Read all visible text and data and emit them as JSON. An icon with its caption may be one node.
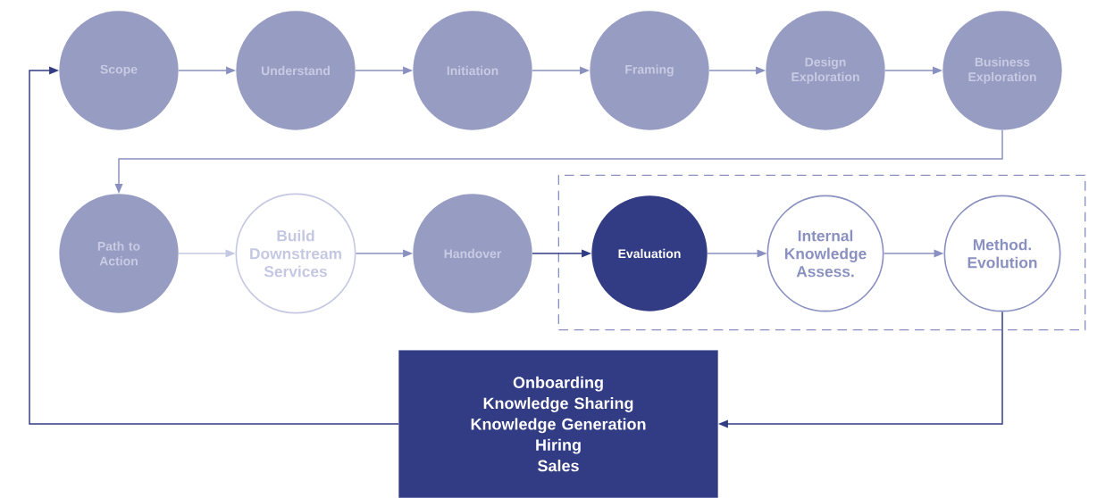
{
  "diagram": {
    "nodes": [
      {
        "text": [
          "Scope"
        ]
      },
      {
        "text": [
          "Understand"
        ]
      },
      {
        "text": [
          "Initiation"
        ]
      },
      {
        "text": [
          "Framing"
        ]
      },
      {
        "text": [
          "Design Exploration"
        ]
      },
      {
        "text": [
          "Business Exploration"
        ]
      },
      {
        "text": [
          "Path to Action"
        ]
      },
      {
        "text": [
          "Build Downstream Services"
        ]
      },
      {
        "text": [
          "Handover"
        ]
      },
      {
        "text": [],
        "shape": "box"
      },
      {
        "text": [
          "Evaluation"
        ],
        "in": 9
      },
      {
        "text": [
          "Internal Knowledge Assess."
        ],
        "in": 9
      },
      {
        "text": [
          "Method. Evolution"
        ],
        "in": 9
      },
      {
        "text": [
          "Onboarding",
          "Knowledge Sharing",
          "Knowledge Generation",
          "Hiring",
          "Sales"
        ]
      }
    ],
    "edges": [
      {
        "from": 0,
        "to": 1,
        "arrow": "to"
      },
      {
        "from": 1,
        "to": 2,
        "arrow": "to"
      },
      {
        "from": 2,
        "to": 3,
        "arrow": "to"
      },
      {
        "from": 3,
        "to": 4,
        "arrow": "to"
      },
      {
        "from": 4,
        "to": 5,
        "arrow": "to"
      },
      {
        "from": 5,
        "to": 6,
        "arrow": "to"
      },
      {
        "from": 6,
        "to": 7,
        "arrow": "to",
        "color": "#c5c8e2"
      },
      {
        "from": 7,
        "to": 8,
        "arrow": "to"
      },
      {
        "from": 8,
        "to": 10,
        "arrow": "to",
        "color": "#323c84"
      },
      {
        "from": 10,
        "to": 11,
        "arrow": "to"
      },
      {
        "from": 11,
        "to": 12,
        "arrow": "to"
      },
      {
        "from": 12,
        "to": 13,
        "arrow": "to",
        "color": "#323c84"
      },
      {
        "from": 13,
        "to": 0,
        "arrow": "to",
        "color": "#323c84"
      }
    ]
  }
}
